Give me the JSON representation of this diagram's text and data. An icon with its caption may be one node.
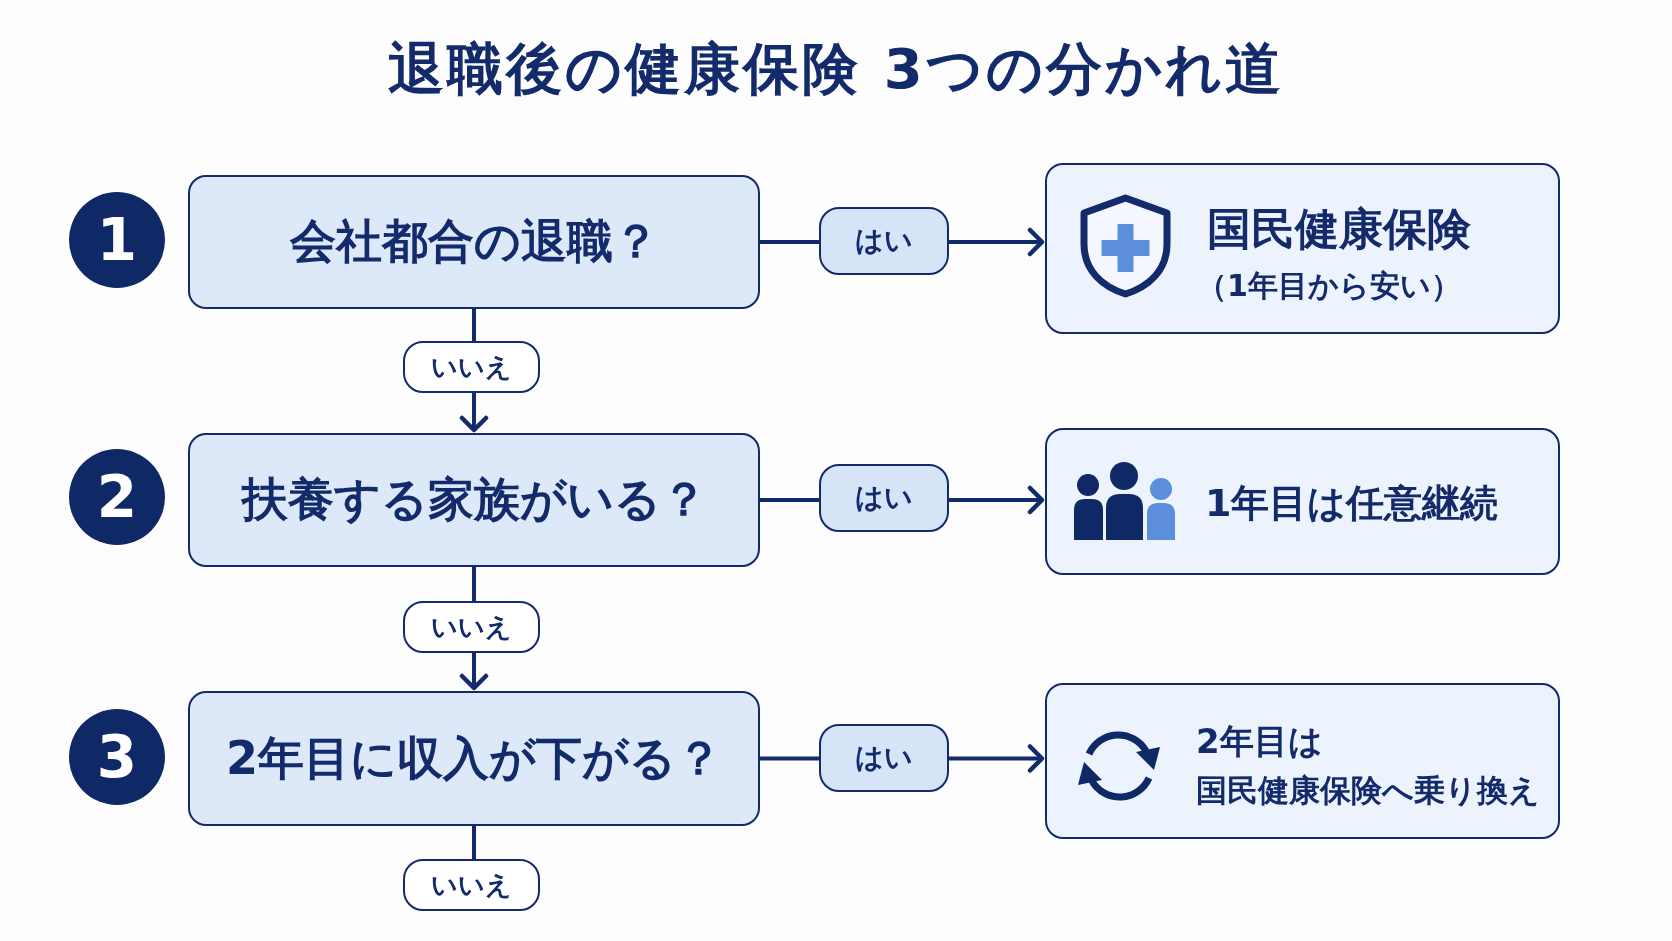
{
  "diagram": {
    "title": "退職後の健康保険 3つの分かれ道",
    "nodes": [
      {
        "text": [
          "1"
        ]
      },
      {
        "text": [
          "会社都合の退職？"
        ]
      },
      {
        "text": [
          "国民健康保険",
          "（1年目から安い）"
        ]
      },
      {
        "text": [
          "2"
        ]
      },
      {
        "text": [
          "扶養する家族がいる？"
        ]
      },
      {
        "text": [
          "1年目は任意継続"
        ]
      },
      {
        "text": [
          "3"
        ]
      },
      {
        "text": [
          "2年目に収入が下がる？"
        ]
      },
      {
        "text": [
          "2年目は",
          "国民健康保険へ乗り換え"
        ]
      }
    ],
    "edges": [
      {
        "from": 1,
        "to": 2,
        "arrow": "to",
        "label": "はい"
      },
      {
        "from": 1,
        "to": 4,
        "arrow": "to",
        "label": "いいえ"
      },
      {
        "from": 4,
        "to": 5,
        "arrow": "to",
        "label": "はい"
      },
      {
        "from": 4,
        "to": 7,
        "arrow": "to",
        "label": "いいえ"
      },
      {
        "from": 7,
        "to": 8,
        "arrow": "to",
        "label": "はい"
      },
      {
        "from": 7,
        "to": null,
        "arrow": "none",
        "label": "いいえ"
      }
    ]
  }
}
